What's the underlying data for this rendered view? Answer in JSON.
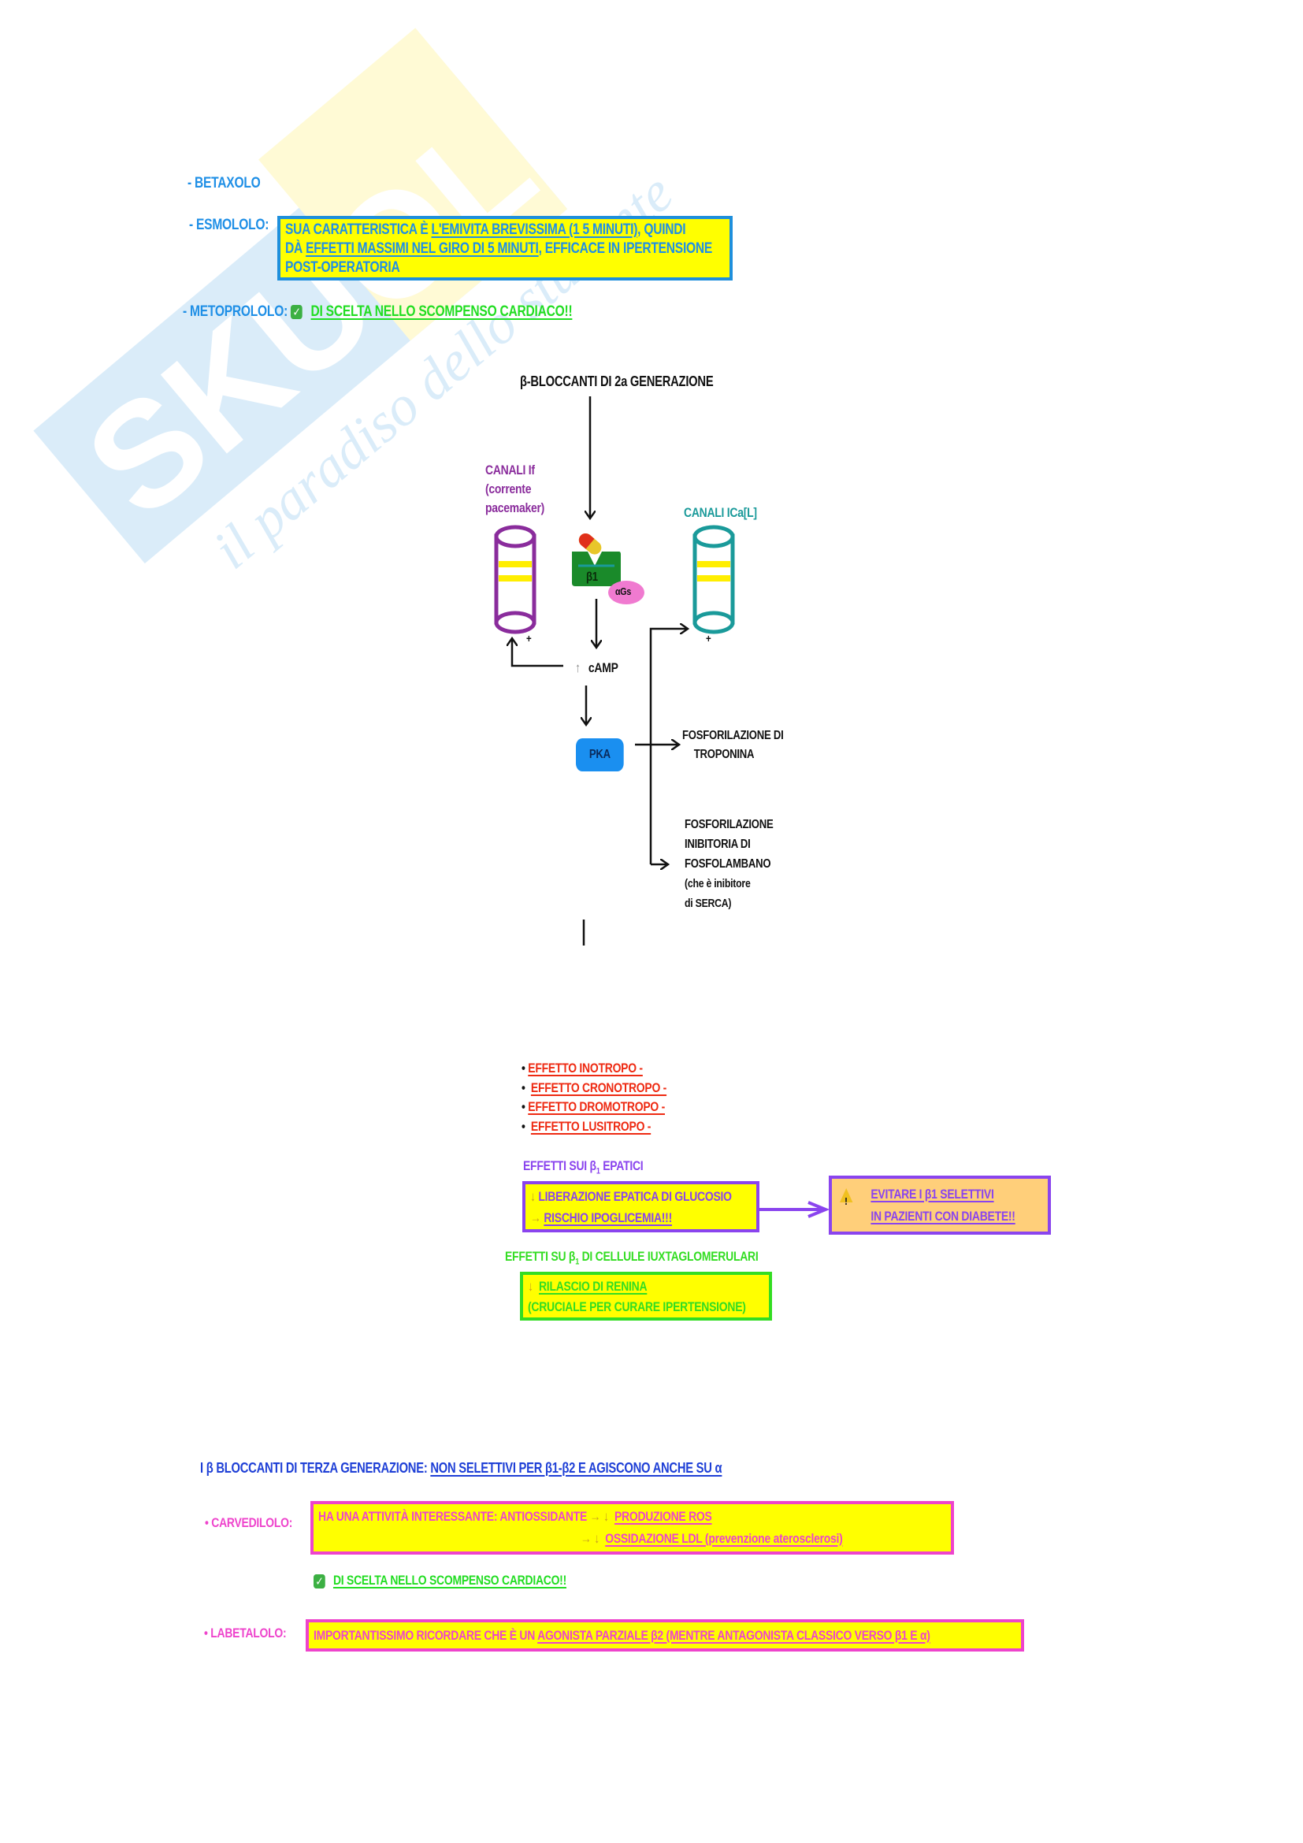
{
  "watermark": {
    "brand": "SKUOLA.net",
    "tagline": "il paradiso dello studente"
  },
  "drugs_second_gen": {
    "betaxolo": {
      "label": "- BETAXOLO"
    },
    "esmololo": {
      "label": "- ESMOLOLO:",
      "line1_pre": "SUA CARATTERISTICA È ",
      "line1_u": "L'EMIVITA BREVISSIMA (1 5 MINUTI)",
      "line1_post": ", QUINDI",
      "line2_pre": "DÀ ",
      "line2_u": "EFFETTI MASSIMI NEL GIRO DI 5 MINUTI",
      "line2_post": ", EFFICACE IN IPERTENSIONE",
      "line3": "POST-OPERATORIA"
    },
    "metoprololo": {
      "label": "- METOPROLOLO:",
      "check_icon": "✓",
      "note": "DI SCELTA NELLO SCOMPENSO CARDIACO!!"
    }
  },
  "diagram": {
    "title": "β-BLOCCANTI DI 2a GENERAZIONE",
    "if_channel": {
      "line1": "CANALI If",
      "line2": "(corrente",
      "line3": "pacemaker)",
      "plus": "+"
    },
    "ca_channel": {
      "label": "CANALI ICa[L]",
      "plus": "+"
    },
    "receptor": {
      "label": "β1",
      "g_protein": "αGs",
      "drug_icon": "pill-icon"
    },
    "camp": {
      "arrow": "↑",
      "label": "cAMP"
    },
    "pka": {
      "label": "PKA"
    },
    "troponina": {
      "line1": "FOSFORILAZIONE DI",
      "line2": "TROPONINA"
    },
    "fosfolambano": {
      "line1": "FOSFORILAZIONE",
      "line2": "INIBITORIA DI",
      "line3": "FOSFOLAMBANO",
      "line4": "(che è inibitore",
      "line5": "di SERCA)"
    }
  },
  "effects": {
    "bullets": [
      "EFFETTO INOTROPO -",
      "EFFETTO CRONOTROPO -",
      "EFFETTO DROMOTROPO -",
      "EFFETTO LUSITROPO -"
    ],
    "bullet_char": "•"
  },
  "hepatic": {
    "title_pre": "EFFETTI SUI β",
    "title_sub": "1",
    "title_post": " EPATICI",
    "line1_arrow": "↓",
    "line1": "LIBERAZIONE EPATICA DI GLUCOSIO",
    "line2_arrow": "→",
    "line2": "RISCHIO IPOGLICEMIA!!!",
    "warning": {
      "icon": "warning-icon",
      "line1": "EVITARE I β1 SELETTIVI",
      "line2": "IN PAZIENTI CON DIABETE!!"
    }
  },
  "renal": {
    "title_pre": "EFFETTI SU β",
    "title_sub": "1",
    "title_post": " DI CELLULE IUXTAGLOMERULARI",
    "line1_arrow": "↓",
    "line1": "RILASCIO DI RENINA",
    "line2": "(CRUCIALE PER CURARE IPERTENSIONE)"
  },
  "third_gen": {
    "title_pre": "I β BLOCCANTI DI TERZA GENERAZIONE: ",
    "title_u": "NON SELETTIVI PER β1-β2 E AGISCONO ANCHE SU α",
    "carvedilolo": {
      "label": "• CARVEDILOLO:",
      "line1_pre": "HA UNA ATTIVITÀ INTERESSANTE: ANTIOSSIDANTE ",
      "line1_arrow": "→ ↓",
      "line1_u": "PRODUZIONE ROS",
      "line2_arrow": "→ ↓",
      "line2_u": "OSSIDAZIONE LDL (prevenzione aterosclerosi)",
      "check_icon": "✓",
      "note": "DI SCELTA NELLO SCOMPENSO CARDIACO!!"
    },
    "labetalolo": {
      "label": "• LABETALOLO:",
      "text_pre": "IMPORTANTISSIMO RICORDARE CHE È UN ",
      "text_u": "AGONISTA PARZIALE β2 (MENTRE ANTAGONISTA CLASSICO VERSO β1 E α)"
    }
  },
  "colors": {
    "blue": "#1f8fe6",
    "yellow": "#ffff00",
    "green": "#22dd22",
    "purple": "#8a2c9c",
    "teal": "#1a9a9a",
    "red": "#ee2a12",
    "violet": "#8a44ee",
    "navy": "#1e3fd6",
    "pink": "#ee44cc",
    "pka_blue": "#1a8ff0"
  }
}
